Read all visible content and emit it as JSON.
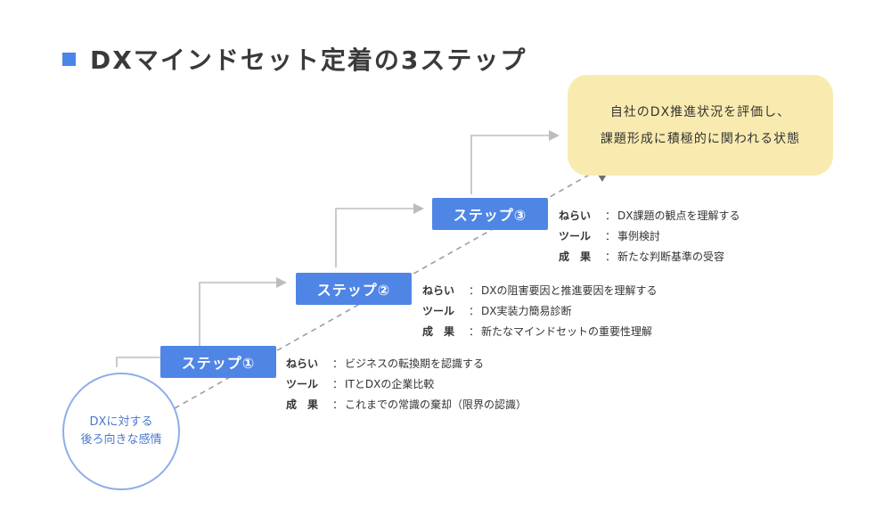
{
  "title": "DXマインドセット定着の3ステップ",
  "start": {
    "line1": "DXに対する",
    "line2": "後ろ向きな感情"
  },
  "goal": {
    "line1": "自社のDX推進状況を評価し、",
    "line2": "課題形成に積極的に関われる状態"
  },
  "steps": [
    {
      "label": "ステップ①",
      "aim_key": "ねらい",
      "aim": "ビジネスの転換期を認識する",
      "tool_key": "ツール",
      "tool": "ITとDXの企業比較",
      "result_key": "成　果",
      "result": "これまでの常識の棄却（限界の認識）"
    },
    {
      "label": "ステップ②",
      "aim_key": "ねらい",
      "aim": "DXの阻害要因と推進要因を理解する",
      "tool_key": "ツール",
      "tool": "DX実装力簡易診断",
      "result_key": "成　果",
      "result": "新たなマインドセットの重要性理解"
    },
    {
      "label": "ステップ③",
      "aim_key": "ねらい",
      "aim": "DX課題の観点を理解する",
      "tool_key": "ツール",
      "tool": "事例検討",
      "result_key": "成　果",
      "result": "新たな判断基準の受容"
    }
  ],
  "colors": {
    "accent": "#4f86e6",
    "goal_bg": "#f9ebb0",
    "circle_border": "#8eaee8",
    "connector": "#bdbdbd",
    "dashed": "#9e9e9e"
  }
}
